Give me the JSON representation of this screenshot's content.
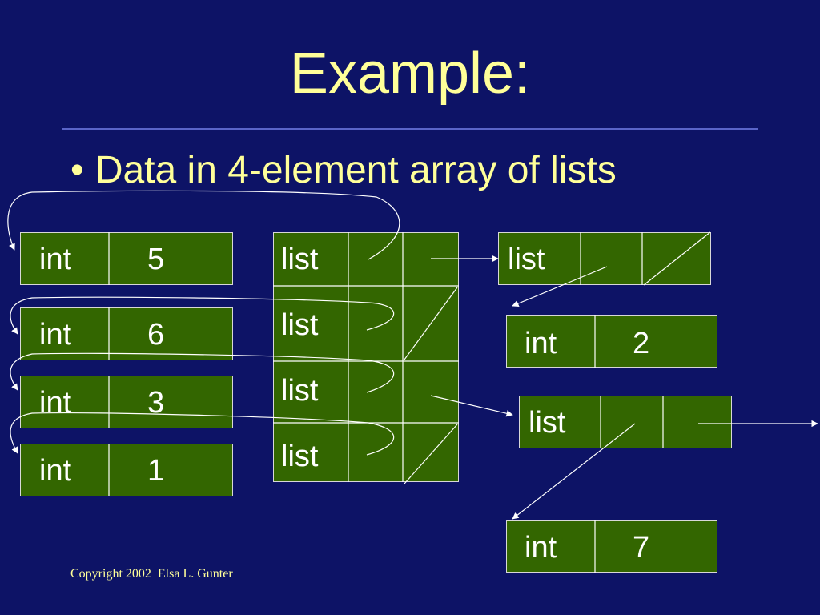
{
  "slide": {
    "title": "Example:",
    "bullet_marker": "•",
    "bullet": "Data in 4-element array of lists",
    "copyright": "Copyright 2002  Elsa L. Gunter"
  },
  "cells": {
    "int_cells": [
      {
        "type": "int",
        "value": "5"
      },
      {
        "type": "int",
        "value": "6"
      },
      {
        "type": "int",
        "value": "3"
      },
      {
        "type": "int",
        "value": "1"
      }
    ],
    "array_rows": [
      "list",
      "list",
      "list",
      "list"
    ],
    "list_node_a": "list",
    "int_node_2": {
      "type": "int",
      "value": "2"
    },
    "list_node_b": "list",
    "int_node_7": {
      "type": "int",
      "value": "7"
    }
  },
  "colors": {
    "background": "#0d1366",
    "title": "#ffff99",
    "cell_fill": "#336600",
    "lines": "#ffffff"
  }
}
